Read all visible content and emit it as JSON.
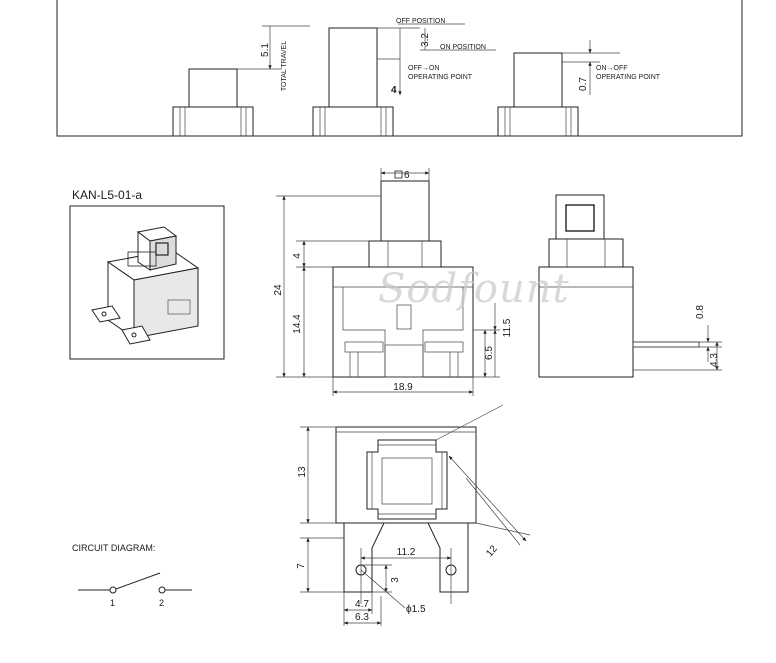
{
  "travel_diagram": {
    "off_position": "OFF POSITION",
    "on_position": "ON POSITION",
    "off_on_line1": "OFF→ON",
    "off_on_line2": "OPERATING POINT",
    "on_off_line1": "ON→OFF",
    "on_off_line2": "OPERATING POINT",
    "total_travel": "TOTAL TRAVEL",
    "dim_total": "5.1",
    "dim_on": "3.2",
    "dim_opoint": "4",
    "dim_release": "0.7"
  },
  "model_label": "KAN-L5-01-a",
  "watermark": "Sodfount",
  "front_view": {
    "dim_square": "6",
    "dim_height": "24",
    "dim_top": "4",
    "dim_body": "14.4",
    "dim_side_upper": "11.5",
    "dim_side_lower": "6.5",
    "dim_width": "18.9"
  },
  "side_view": {
    "dim_tab": "0.8",
    "dim_tab_height": "4.3"
  },
  "bottom_view": {
    "dim_height": "13",
    "dim_diag": "12",
    "dim_pin_gap": "11.2",
    "dim_pin_len": "7",
    "dim_hole": "3",
    "dim_w1": "4.7",
    "dim_w2": "6.3",
    "dim_phi": "ϕ1.5"
  },
  "circuit": {
    "title": "CIRCUIT DIAGRAM:",
    "pin1": "1",
    "pin2": "2"
  }
}
